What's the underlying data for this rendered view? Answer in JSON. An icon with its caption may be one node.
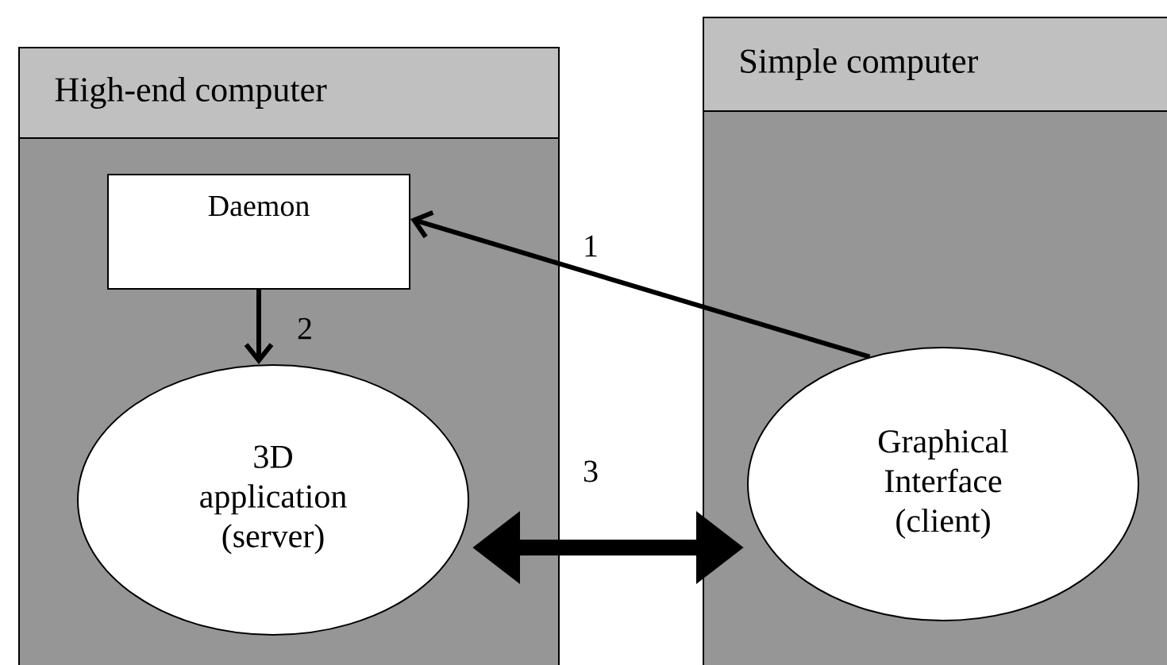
{
  "diagram": {
    "nodes": [
      {
        "text": [
          "High-end computer"
        ]
      },
      {
        "text": [
          "Daemon"
        ],
        "in": 0
      },
      {
        "text": [
          "3D application (server)"
        ],
        "in": 0
      },
      {
        "text": [
          "Simple computer"
        ]
      },
      {
        "text": [
          "Graphical Interface (client)"
        ],
        "in": 3
      }
    ],
    "edges": [
      {
        "from": 4,
        "to": 1,
        "arrow": "to",
        "label": "1"
      },
      {
        "from": 1,
        "to": 2,
        "arrow": "to",
        "label": "2"
      },
      {
        "from": 2,
        "to": 4,
        "arrow": "both",
        "label": "3",
        "style": "thick"
      }
    ]
  }
}
